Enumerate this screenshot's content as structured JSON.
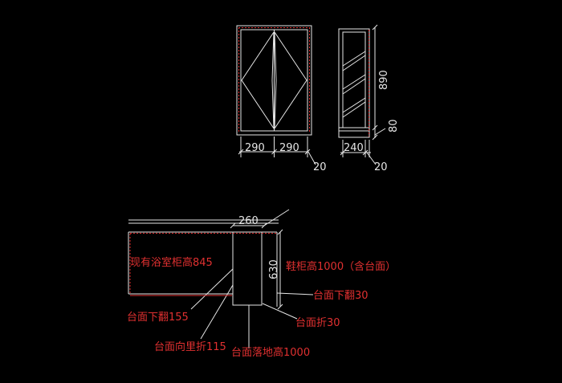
{
  "front_view": {
    "width_left": "290",
    "width_right": "290",
    "side_offset": "20"
  },
  "side_view": {
    "height": "890",
    "plinth": "80",
    "depth": "240",
    "side_offset": "20"
  },
  "plan_view": {
    "top_width": "260",
    "cabinet_height": "630"
  },
  "annotations": {
    "existing_cabinet": "现有浴室柜高845",
    "shoe_cabinet": "鞋柜高1000（含台面）",
    "top_fold_down_right": "台面下翻30",
    "top_fold_down_left": "台面下翻155",
    "top_fold": "台面折30",
    "top_fold_inward": "台面向里折115",
    "top_floor": "台面落地高1000"
  },
  "colors": {
    "background": "#000000",
    "line": "#e6e6e6",
    "annotation": "#e03030"
  }
}
